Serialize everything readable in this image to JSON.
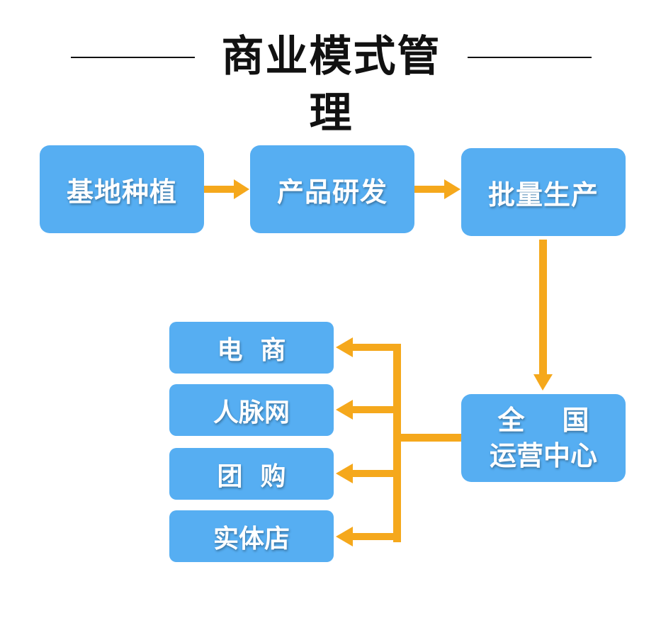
{
  "title": "商业模式管理",
  "flow": {
    "step1": "基地种植",
    "step2": "产品研发",
    "step3": "批量生产",
    "center_line1": "全    国",
    "center_line2": "运营中心"
  },
  "channels": {
    "ecommerce": "电  商",
    "network": "人脉网",
    "group_buy": "团  购",
    "store": "实体店"
  },
  "colors": {
    "box": "#56aef2",
    "arrow": "#f5a81c",
    "title_line": "#111111"
  }
}
